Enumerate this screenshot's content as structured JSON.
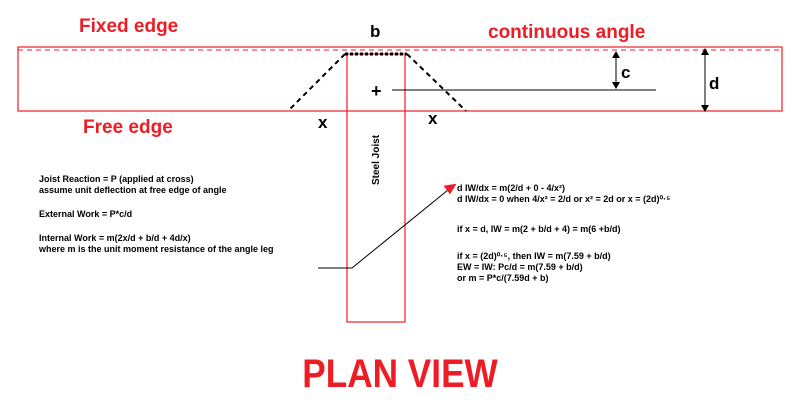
{
  "labels": {
    "fixed_edge": "Fixed edge",
    "continuous_angle": "continuous angle",
    "free_edge": "Free edge",
    "b": "b",
    "c": "c",
    "d": "d",
    "x_left": "x",
    "x_right": "x",
    "plus": "+",
    "steel_joist": "Steel Joist"
  },
  "notes_left": {
    "joist_reaction": "Joist Reaction = P (applied at cross)",
    "assume": "assume unit deflection at free edge of angle",
    "external_work": "External Work = P*c/d",
    "internal_work": "Internal Work = m(2x/d + b/d + 4d/x)",
    "where_m": "where m is the unit moment resistance of the angle leg"
  },
  "notes_right": {
    "diw_1": "d IW/dx =  m(2/d + 0 - 4/x²)",
    "diw_2": "d IW/dx = 0 when 4/x² = 2/d or x² = 2d or x = (2d)⁰·⁵",
    "if_x_d": "if x = d,  IW = m(2 + b/d + 4) = m(6 +b/d)",
    "if_x_2d": "if x = (2d)⁰·⁵, then IW = m(7.59 + b/d)",
    "ew_iw": "EW = IW:  Pc/d = m(7.59 + b/d)",
    "or_m": "or m = P*c/(7.59d + b)"
  },
  "title": "PLAN VIEW",
  "colors": {
    "accent": "#ee1c24",
    "ink": "#000000"
  }
}
